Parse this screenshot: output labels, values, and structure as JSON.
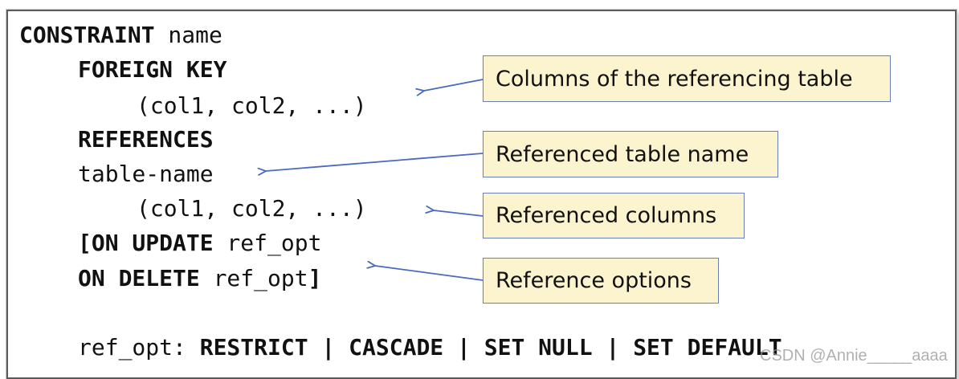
{
  "code": {
    "line1": {
      "kw": "CONSTRAINT",
      "rest": " name"
    },
    "line2": {
      "kw": "FOREIGN KEY"
    },
    "line3": {
      "text": "(col1, col2, ...)"
    },
    "line4": {
      "kw": "REFERENCES"
    },
    "line5": {
      "text": "table-name"
    },
    "line6": {
      "text": "(col1, col2, ...)"
    },
    "line7": {
      "kw": "[ON UPDATE",
      "rest": " ref_opt"
    },
    "line8": {
      "kw": "ON DELETE",
      "rest": " ref_opt",
      "bracket": "]"
    },
    "line9": {
      "prefix": "ref_opt: ",
      "opt1": "RESTRICT",
      "sep1": " | ",
      "opt2": "CASCADE",
      "sep2": " | ",
      "opt3": "SET NULL",
      "sep3": " | ",
      "opt4": "SET DEFAULT"
    }
  },
  "callouts": {
    "referencing_columns": "Columns of the referencing table",
    "referenced_table": "Referenced table name",
    "referenced_columns": "Referenced columns",
    "reference_options": "Reference options"
  },
  "watermark": "CSDN @Annie_____aaaa",
  "colors": {
    "callout_fill": "#fcf3cf",
    "callout_border": "#6a7fbd",
    "arrow": "#4a6abf"
  }
}
